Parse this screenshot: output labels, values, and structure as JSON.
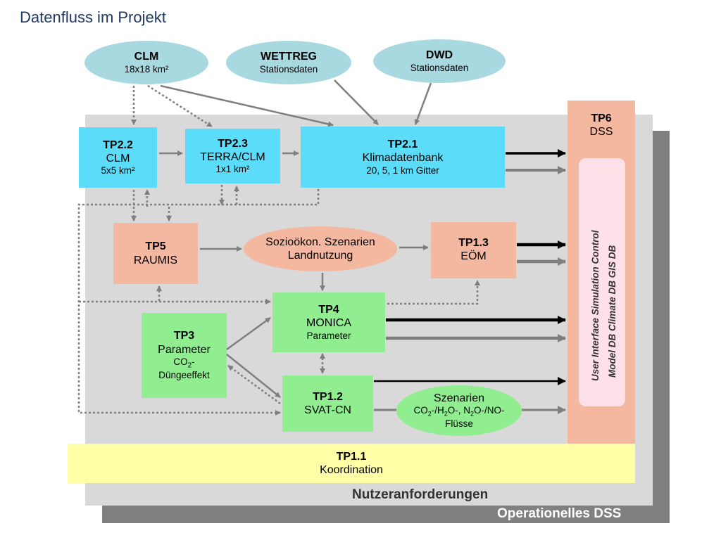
{
  "title": "Datenfluss im Projekt",
  "colors": {
    "cyan": "#5bdcf8",
    "ellipse_blue": "#a8d8e0",
    "salmon": "#f4b8a0",
    "green": "#90ee90",
    "yellow": "#ffffa8",
    "pink": "#fde0e8",
    "gray_light": "#d9d9d9",
    "gray_mid": "#a6a6a6",
    "gray_dark": "#808080",
    "title_blue": "#1f3864",
    "arrow_gray": "#7f7f7f"
  },
  "sources": {
    "clm": {
      "title": "CLM",
      "sub": "18x18 km²"
    },
    "wettreg": {
      "title": "WETTREG",
      "sub": "Stationsdaten"
    },
    "dwd": {
      "title": "DWD",
      "sub": "Stationsdaten"
    }
  },
  "boxes": {
    "tp22": {
      "id": "TP2.2",
      "name": "CLM",
      "sub": "5x5 km²"
    },
    "tp23": {
      "id": "TP2.3",
      "name": "TERRA/CLM",
      "sub": "1x1 km²"
    },
    "tp21": {
      "id": "TP2.1",
      "name": "Klimadatenbank",
      "sub": "20, 5, 1 km Gitter"
    },
    "tp5": {
      "id": "TP5",
      "name": "RAUMIS"
    },
    "sozio": {
      "line1": "Sozioökon. Szenarien",
      "line2": "Landnutzung"
    },
    "tp13": {
      "id": "TP1.3",
      "name": "EÖM"
    },
    "tp4": {
      "id": "TP4",
      "name": "MONICA",
      "sub": "Parameter"
    },
    "tp3": {
      "id": "TP3",
      "name": "Parameter",
      "sub1": "CO",
      "sub1_sub": "2",
      "sub1_end": "-",
      "sub2": "Düngeeffekt"
    },
    "tp12": {
      "id": "TP1.2",
      "name": "SVAT-CN"
    },
    "szenarien": {
      "line1": "Szenarien",
      "line2_a": "CO",
      "line2_b": "-/H",
      "line2_c": "O-, N",
      "line2_d": "O-/NO-",
      "sub2": "2",
      "line3": "Flüsse"
    },
    "tp6": {
      "id": "TP6",
      "name": "DSS"
    },
    "tp11": {
      "id": "TP1.1",
      "name": "Koordination"
    }
  },
  "dss_inner": {
    "col1": "User Interface   Simulation Control",
    "col2": "Model DB   Climate DB   GIS DB"
  },
  "layers": {
    "nutzer": "Nutzeranforderungen",
    "operationell": "Operationelles DSS"
  }
}
